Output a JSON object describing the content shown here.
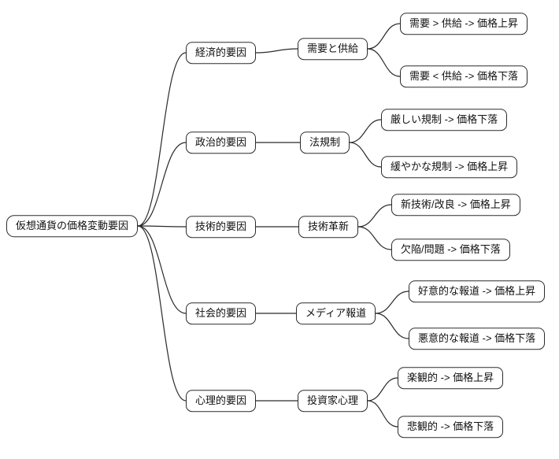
{
  "diagram": {
    "type": "mindmap",
    "root": {
      "label": "仮想通貨の価格変動要因"
    },
    "branches": [
      {
        "label": "経済的要因",
        "child": {
          "label": "需要と供給"
        },
        "leaves": [
          {
            "label": "需要 > 供給 -> 価格上昇"
          },
          {
            "label": "需要 < 供給 -> 価格下落"
          }
        ]
      },
      {
        "label": "政治的要因",
        "child": {
          "label": "法規制"
        },
        "leaves": [
          {
            "label": "厳しい規制 -> 価格下落"
          },
          {
            "label": "緩やかな規制 -> 価格上昇"
          }
        ]
      },
      {
        "label": "技術的要因",
        "child": {
          "label": "技術革新"
        },
        "leaves": [
          {
            "label": "新技術/改良 -> 価格上昇"
          },
          {
            "label": "欠陥/問題 -> 価格下落"
          }
        ]
      },
      {
        "label": "社会的要因",
        "child": {
          "label": "メディア報道"
        },
        "leaves": [
          {
            "label": "好意的な報道 -> 価格上昇"
          },
          {
            "label": "悪意的な報道 -> 価格下落"
          }
        ]
      },
      {
        "label": "心理的要因",
        "child": {
          "label": "投資家心理"
        },
        "leaves": [
          {
            "label": "楽観的 -> 価格上昇"
          },
          {
            "label": "悲観的 -> 価格下落"
          }
        ]
      }
    ]
  },
  "colors": {
    "background": "#ffffff",
    "node_fill": "#ffffff",
    "node_border": "#2b2b2b",
    "edge": "#2b2b2b",
    "text": "#111111"
  }
}
